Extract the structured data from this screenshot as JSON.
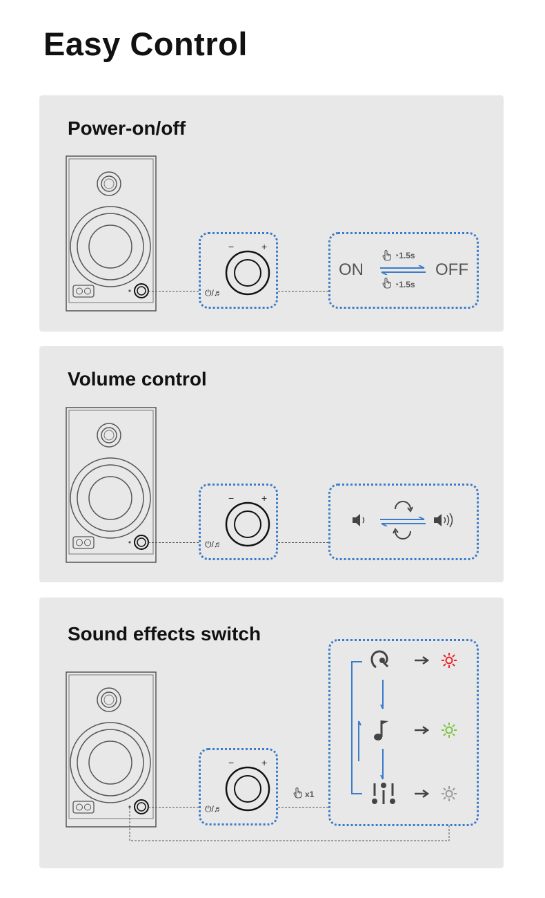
{
  "title": "Easy Control",
  "knob": {
    "minus": "−",
    "plus": "+",
    "power_label": "⏻/♬"
  },
  "sections": [
    {
      "heading": "Power-on/off",
      "on": "ON",
      "off": "OFF",
      "hold_time_top": "1.5s",
      "hold_time_bottom": "1.5s"
    },
    {
      "heading": "Volume control"
    },
    {
      "heading": "Sound effects switch",
      "press_count": "x1",
      "modes": [
        {
          "icon": "ear-icon",
          "led_color": "#e8232a"
        },
        {
          "icon": "music-note-icon",
          "led_color": "#7cc242"
        },
        {
          "icon": "equalizer-icon",
          "led_color": "#9a9a9a"
        }
      ]
    }
  ],
  "colors": {
    "accent": "#3a7cc9",
    "card": "#e8e8e8"
  }
}
